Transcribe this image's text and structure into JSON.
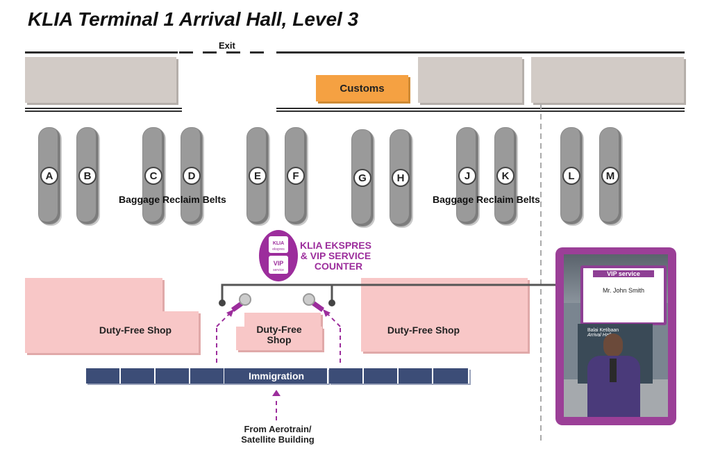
{
  "title": "KLIA Terminal 1 Arrival Hall, Level 3",
  "exit_label": "Exit",
  "customs_label": "Customs",
  "belts": [
    "A",
    "B",
    "C",
    "D",
    "E",
    "F",
    "G",
    "H",
    "J",
    "K",
    "L",
    "M"
  ],
  "belt_captions": [
    "Baggage Reclaim Belts",
    "Baggage Reclaim Belts"
  ],
  "ekspres": {
    "line1": "KLIA EKSPRES",
    "line2": "& VIP SERVICE",
    "line3": "COUNTER",
    "logo_top": "KLIA",
    "logo_top2": "ekspres",
    "logo_bottom": "VIP",
    "logo_bottom2": "service"
  },
  "shops": {
    "left": "Duty-Free Shop",
    "center_line1": "Duty-Free",
    "center_line2": "Shop",
    "right": "Duty-Free Shop"
  },
  "immigration_label": "Immigration",
  "from_label": {
    "line1": "From Aerotrain/",
    "line2": "Satellite Building"
  },
  "photo": {
    "sign_header": "VIP service",
    "sign_name": "Mr. John Smith",
    "banner_line1": "Balai Ketibaan",
    "banner_line2": "Arrival Hall"
  },
  "colors": {
    "customs": "#f5a142",
    "belt": "#9a9a9a",
    "shop": "#f8c7c7",
    "immigration": "#3c4d77",
    "accent": "#9c2d9c"
  }
}
